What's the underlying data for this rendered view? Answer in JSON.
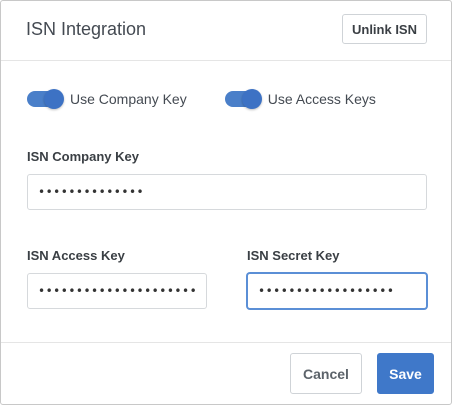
{
  "header": {
    "title": "ISN Integration",
    "unlink_label": "Unlink ISN"
  },
  "toggles": [
    {
      "label": "Use Company Key",
      "checked": true
    },
    {
      "label": "Use Access Keys",
      "checked": true
    }
  ],
  "fields": {
    "company_key": {
      "label": "ISN Company Key",
      "value": "••••••••••••••"
    },
    "access_key": {
      "label": "ISN Access Key",
      "value": "••••••••••••••••••••••••••"
    },
    "secret_key": {
      "label": "ISN Secret Key",
      "value": "••••••••••••••••••"
    }
  },
  "footer": {
    "cancel_label": "Cancel",
    "save_label": "Save"
  },
  "colors": {
    "accent": "#3f78c9",
    "toggle_track": "#4a7fc9",
    "focus_border": "#5b8fd6"
  }
}
